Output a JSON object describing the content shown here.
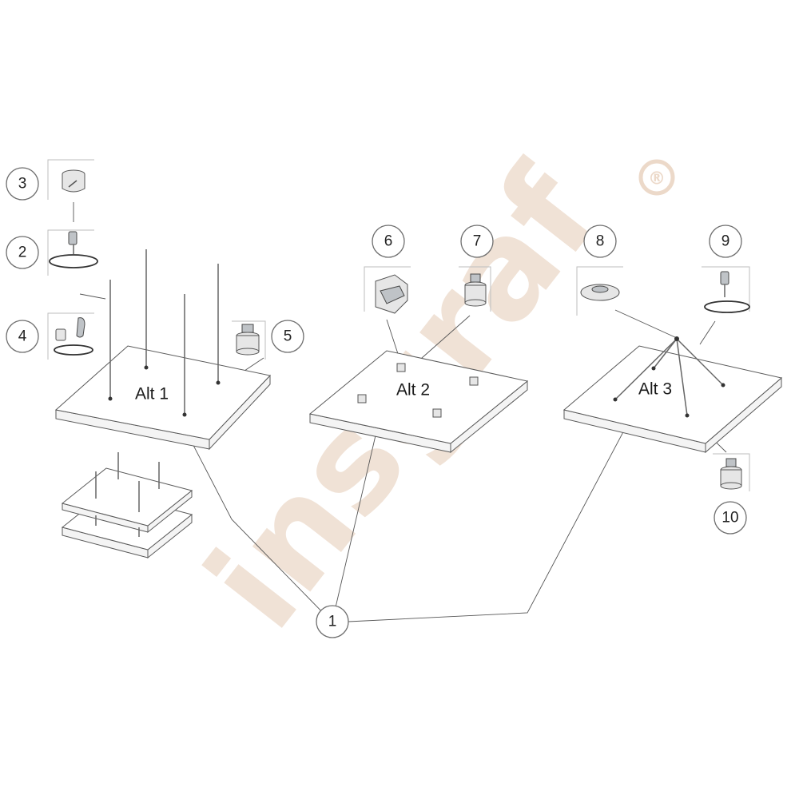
{
  "watermark": {
    "text": "insgraf",
    "registered": "®"
  },
  "callouts": [
    {
      "id": "1",
      "label": "1"
    },
    {
      "id": "2",
      "label": "2"
    },
    {
      "id": "3",
      "label": "3"
    },
    {
      "id": "4",
      "label": "4"
    },
    {
      "id": "5",
      "label": "5"
    },
    {
      "id": "6",
      "label": "6"
    },
    {
      "id": "7",
      "label": "7"
    },
    {
      "id": "8",
      "label": "8"
    },
    {
      "id": "9",
      "label": "9"
    },
    {
      "id": "10",
      "label": "10"
    }
  ],
  "panels": [
    {
      "id": "alt1",
      "label": "Alt 1"
    },
    {
      "id": "alt2",
      "label": "Alt 2"
    },
    {
      "id": "alt3",
      "label": "Alt 3"
    }
  ],
  "colors": {
    "watermark": "#ecd9c9",
    "line": "#555555",
    "panel": "#ffffff"
  }
}
